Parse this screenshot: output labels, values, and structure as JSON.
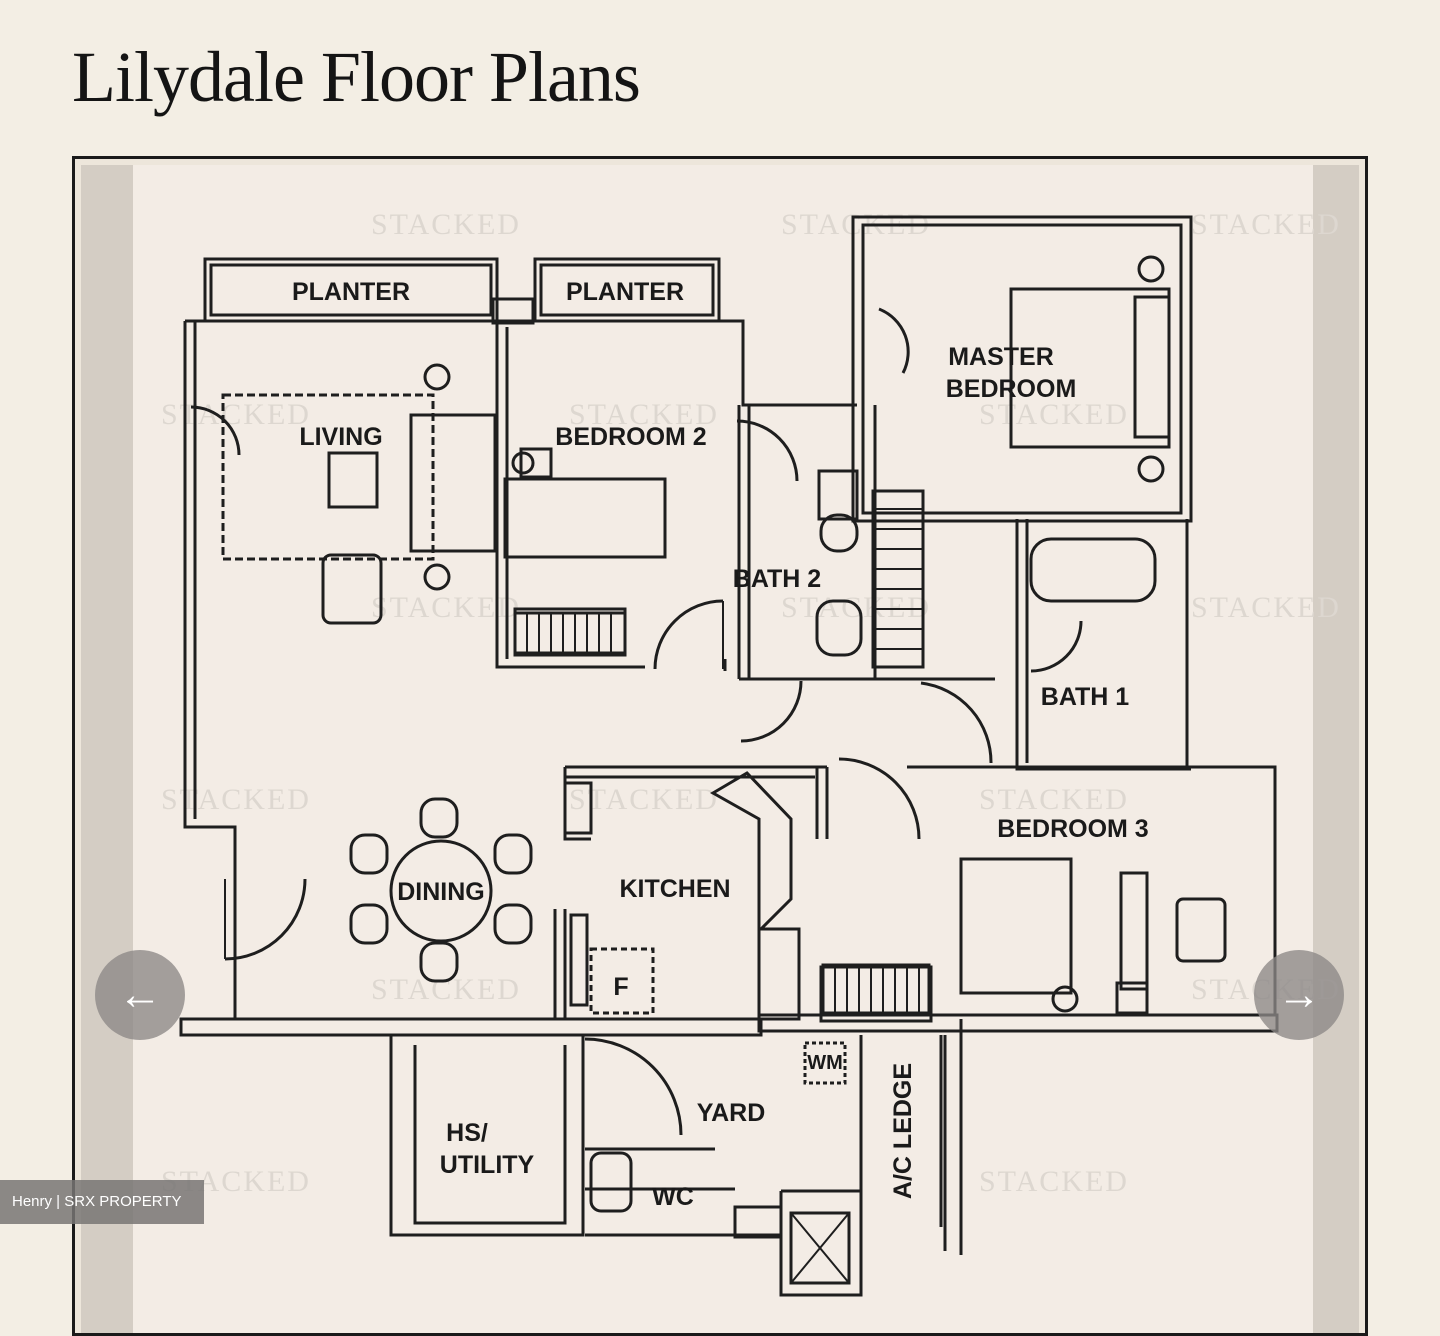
{
  "page": {
    "title": "Lilydale Floor Plans"
  },
  "viewer": {
    "prev_arrow": "←",
    "next_arrow": "→",
    "credit": "Henry | SRX PROPERTY"
  },
  "floor_plan": {
    "watermark": "STACKED",
    "rooms": {
      "planter_1": "PLANTER",
      "planter_2": "PLANTER",
      "living": "LIVING",
      "bedroom_2": "BEDROOM 2",
      "master_1": "MASTER",
      "master_2": "BEDROOM",
      "bath_2": "BATH 2",
      "bath_1": "BATH 1",
      "dining": "DINING",
      "kitchen": "KITCHEN",
      "fridge": "F",
      "bedroom_3": "BEDROOM 3",
      "yard": "YARD",
      "wm": "WM",
      "hs_1": "HS/",
      "hs_2": "UTILITY",
      "wc": "WC",
      "ac_ledge": "A/C LEDGE"
    }
  }
}
